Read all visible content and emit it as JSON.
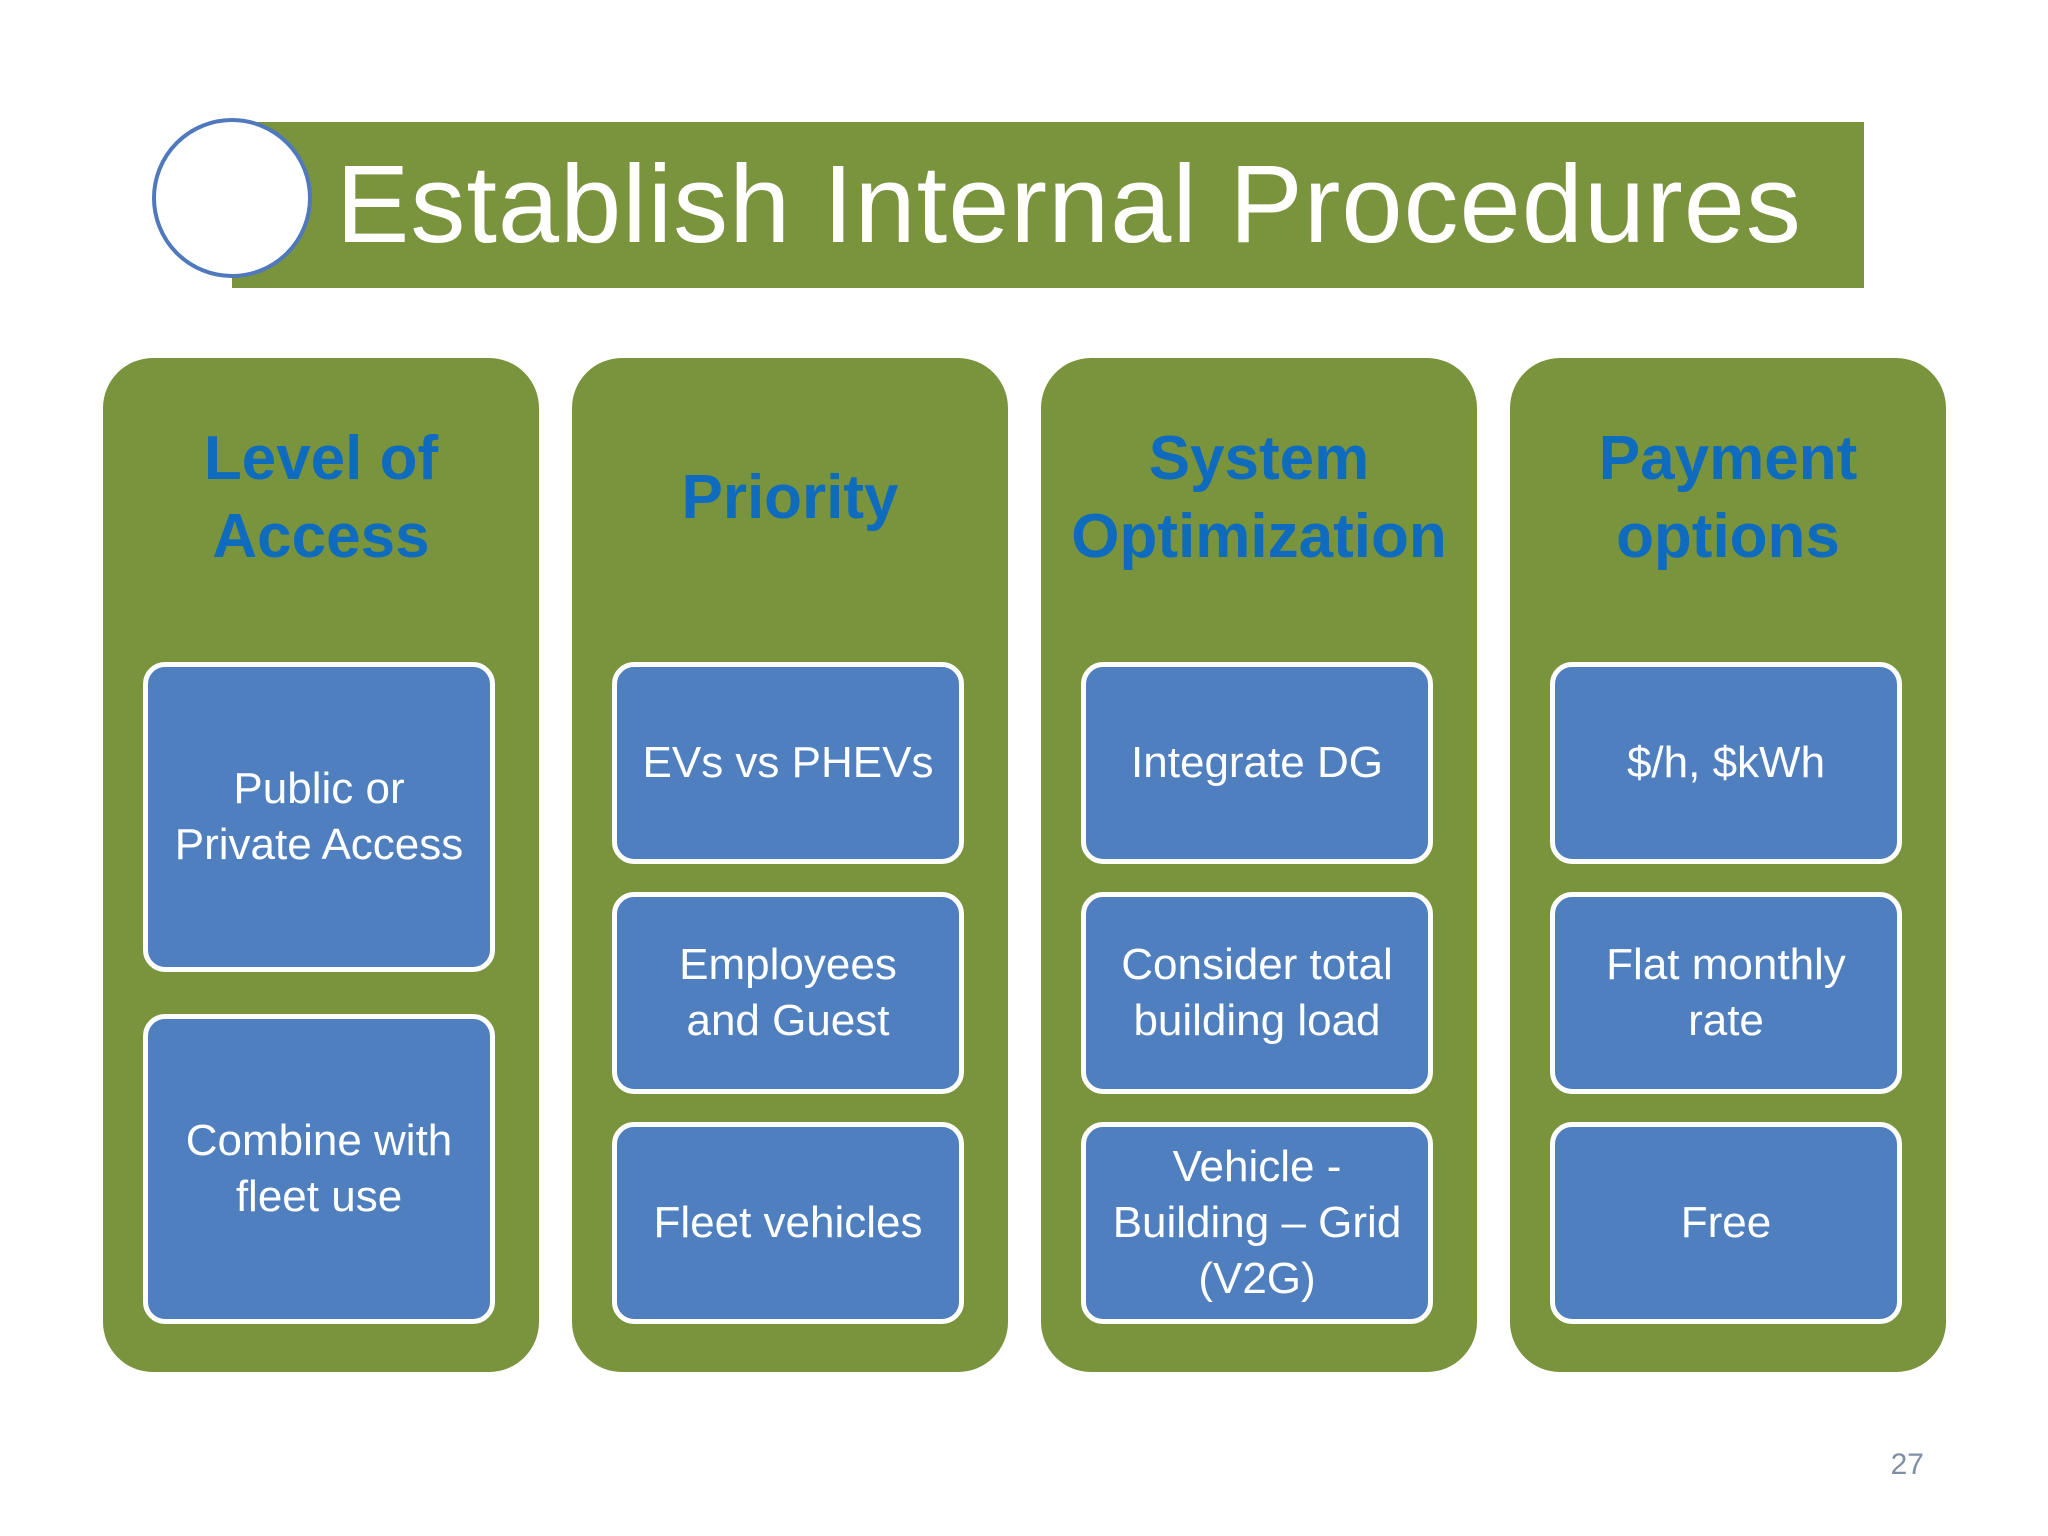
{
  "title": "Establish Internal Procedures",
  "columns": [
    {
      "heading": "Level of\nAccess",
      "items": [
        "Public or\nPrivate Access",
        "Combine with\nfleet use"
      ]
    },
    {
      "heading": "Priority",
      "items": [
        "EVs vs PHEVs",
        "Employees\nand Guest",
        "Fleet vehicles"
      ]
    },
    {
      "heading": "System\nOptimization",
      "items": [
        "Integrate DG",
        "Consider total\nbuilding load",
        "Vehicle  -\nBuilding – Grid\n(V2G)"
      ]
    },
    {
      "heading": "Payment\noptions",
      "items": [
        "$/h, $kWh",
        "Flat monthly\nrate",
        "Free"
      ]
    }
  ],
  "page_number": "27",
  "colors": {
    "green": "#7a943d",
    "box_blue": "#4f7fbf",
    "heading_blue": "#0e6bbd",
    "circle_outline": "#4f78bd"
  }
}
